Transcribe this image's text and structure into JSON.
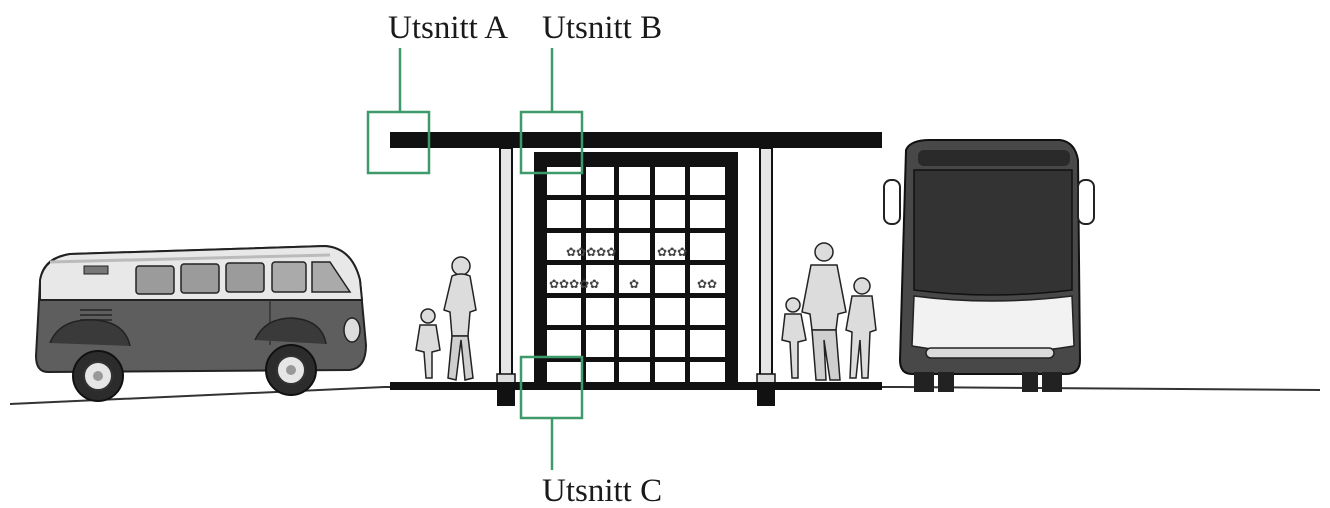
{
  "callouts": {
    "a": "Utsnitt A",
    "b": "Utsnitt B",
    "c": "Utsnitt C"
  },
  "colors": {
    "callout_stroke": "#3e9a6a",
    "structure": "#111111",
    "ground_line": "#333333",
    "vehicle_body": "#5a5a5a",
    "vehicle_roof": "#e6e6e6",
    "bus_body": "#444444"
  },
  "icons": [
    "van-icon",
    "bus-icon",
    "person-icon",
    "flower-icon"
  ]
}
